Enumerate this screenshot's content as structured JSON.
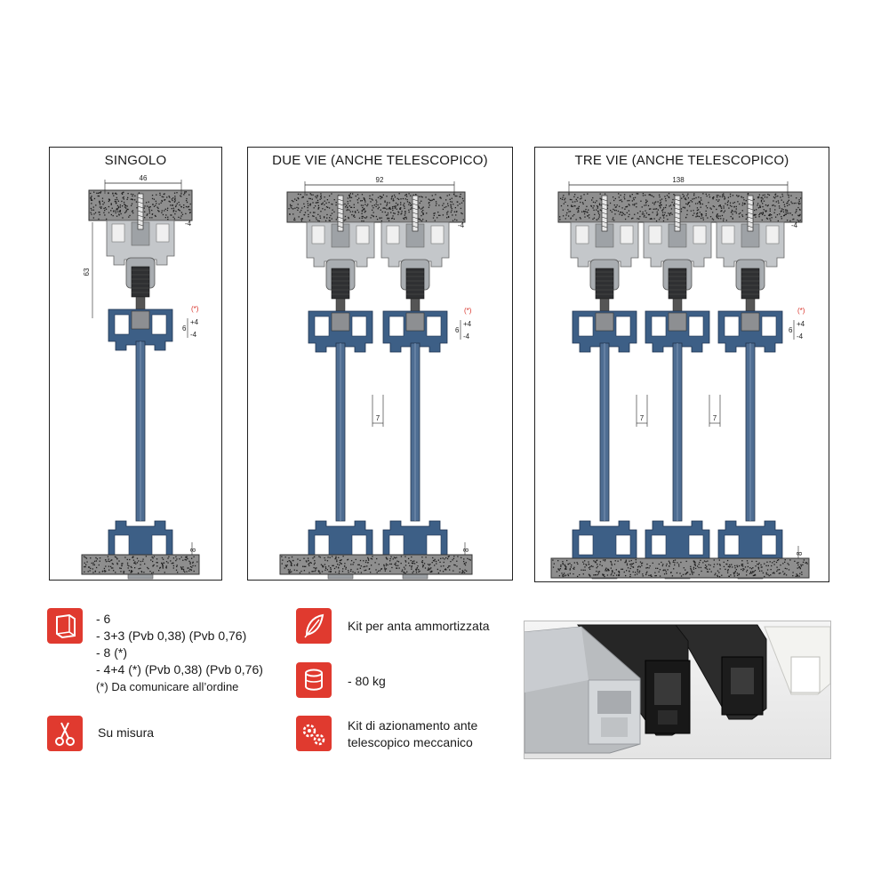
{
  "panels": [
    {
      "title": "SINGOLO",
      "width_dim": "46",
      "height_dim": "63",
      "tracks": 1
    },
    {
      "title": "DUE VIE  (ANCHE TELESCOPICO)",
      "width_dim": "92",
      "tracks": 2
    },
    {
      "title": "TRE VIE  (ANCHE TELESCOPICO)",
      "width_dim": "138",
      "tracks": 3
    }
  ],
  "dims": {
    "top_gap": "-4",
    "star": "(*)",
    "plus": "+4",
    "minus": "-4",
    "six": "6",
    "seven": "7",
    "eight": "8"
  },
  "specs": {
    "glass": {
      "icon": "glass-pane-icon",
      "lines": [
        "- 6",
        "- 3+3 (Pvb 0,38) (Pvb 0,76)",
        "- 8 (*)",
        "- 4+4  (*) (Pvb 0,38) (Pvb 0,76)",
        "(*)  Da comunicare all’ordine"
      ]
    },
    "custom": {
      "icon": "scissors-icon",
      "label": "Su misura"
    },
    "damper": {
      "icon": "feather-icon",
      "label": "Kit per anta ammortizzata"
    },
    "weight": {
      "icon": "weight-icon",
      "label": "- 80 kg"
    },
    "telescopic": {
      "icon": "gears-icon",
      "label": "Kit di azionamento ante",
      "label2": "telescopico meccanico"
    }
  },
  "colors": {
    "accent": "#e03a2f",
    "profile": "#3d5f86",
    "concrete": "#8a8a8a"
  }
}
